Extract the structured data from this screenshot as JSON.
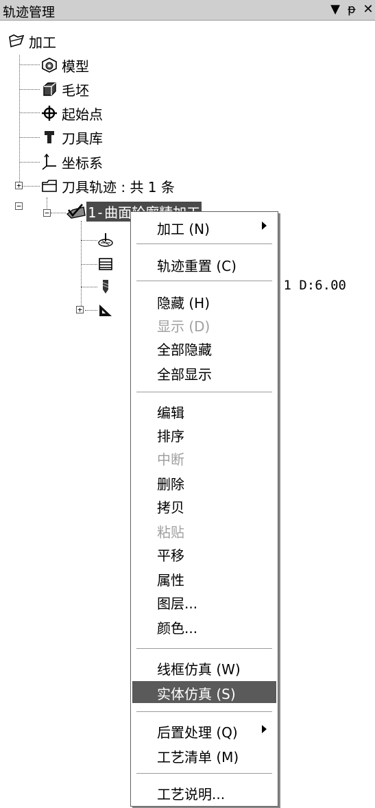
{
  "panel": {
    "title": "轨迹管理",
    "buttons": {
      "dropdown": "▼",
      "pin": "ᵽ",
      "close": "✕"
    }
  },
  "tree": {
    "root": "加工",
    "items": {
      "model": "模型",
      "blank": "毛坯",
      "start_point": "起始点",
      "tool_library": "刀具库",
      "coordinate_system": "坐标系",
      "toolpaths": "刀具轨迹 : 共 1 条",
      "toolpath_1": "1-曲面轮廓精加工",
      "sub_1": "",
      "sub_2": "",
      "sub_3": "",
      "sub_3_detail": ":1 D:6.00",
      "sub_4": ""
    }
  },
  "context_menu": {
    "items": [
      {
        "label": "加工 (N)",
        "submenu": true,
        "disabled": false
      },
      {
        "label": "轨迹重置 (C)",
        "disabled": false
      },
      {
        "label": "隐藏 (H)",
        "disabled": false
      },
      {
        "label": "显示 (D)",
        "disabled": true
      },
      {
        "label": "全部隐藏",
        "disabled": false
      },
      {
        "label": "全部显示",
        "disabled": false
      },
      {
        "label": "编辑",
        "disabled": false
      },
      {
        "label": "排序",
        "disabled": false
      },
      {
        "label": "中断",
        "disabled": true
      },
      {
        "label": "删除",
        "disabled": false
      },
      {
        "label": "拷贝",
        "disabled": false
      },
      {
        "label": "粘贴",
        "disabled": true
      },
      {
        "label": "平移",
        "disabled": false
      },
      {
        "label": "属性",
        "disabled": false
      },
      {
        "label": "图层...",
        "disabled": false
      },
      {
        "label": "颜色...",
        "disabled": false
      },
      {
        "label": "线框仿真 (W)",
        "disabled": false
      },
      {
        "label": "实体仿真 (S)",
        "disabled": false,
        "highlighted": true
      },
      {
        "label": "后置处理 (Q)",
        "submenu": true,
        "disabled": false
      },
      {
        "label": "工艺清单 (M)",
        "disabled": false
      },
      {
        "label": "工艺说明...",
        "disabled": false
      }
    ]
  },
  "colors": {
    "titlebar": "#cfcfcf",
    "selection": "#4a4a4a",
    "menu_highlight": "#5a5a5a",
    "disabled_text": "#a0a0a0"
  }
}
